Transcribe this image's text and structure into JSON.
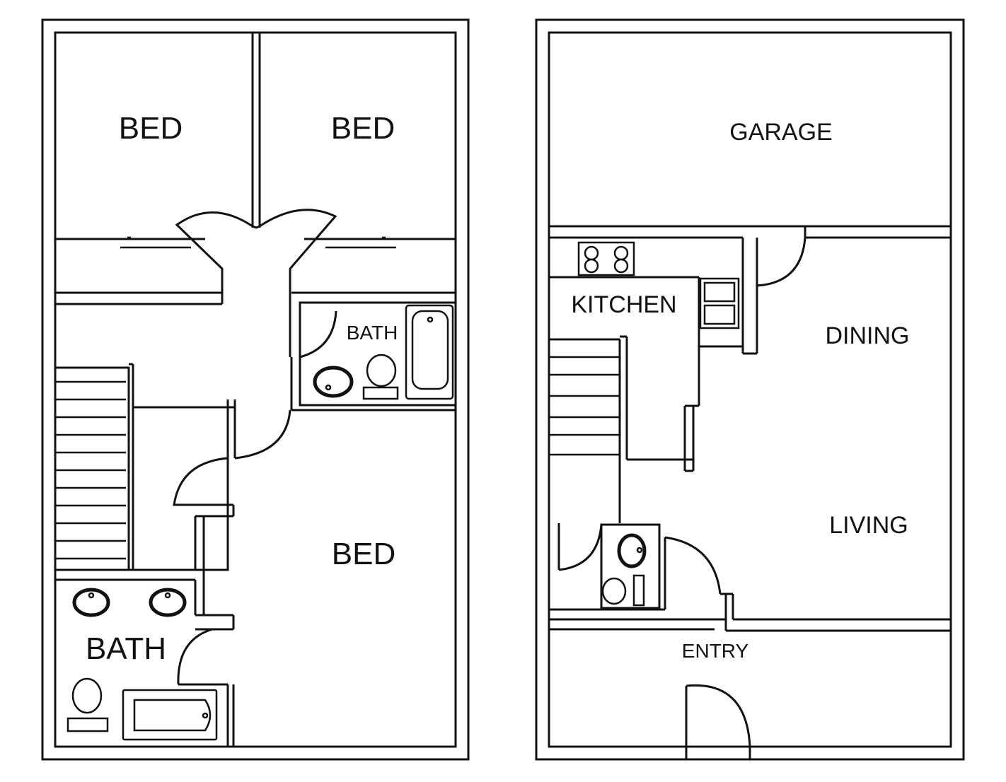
{
  "upper_floor": {
    "rooms": {
      "bed_top_left": "BED",
      "bed_top_right": "BED",
      "bath_small": "BATH",
      "bed_main": "BED",
      "bath_master": "BATH"
    }
  },
  "lower_floor": {
    "rooms": {
      "garage": "GARAGE",
      "kitchen": "KITCHEN",
      "dining": "DINING",
      "living": "LIVING",
      "entry": "ENTRY"
    }
  },
  "colors": {
    "line": "#111111",
    "background": "#ffffff"
  }
}
